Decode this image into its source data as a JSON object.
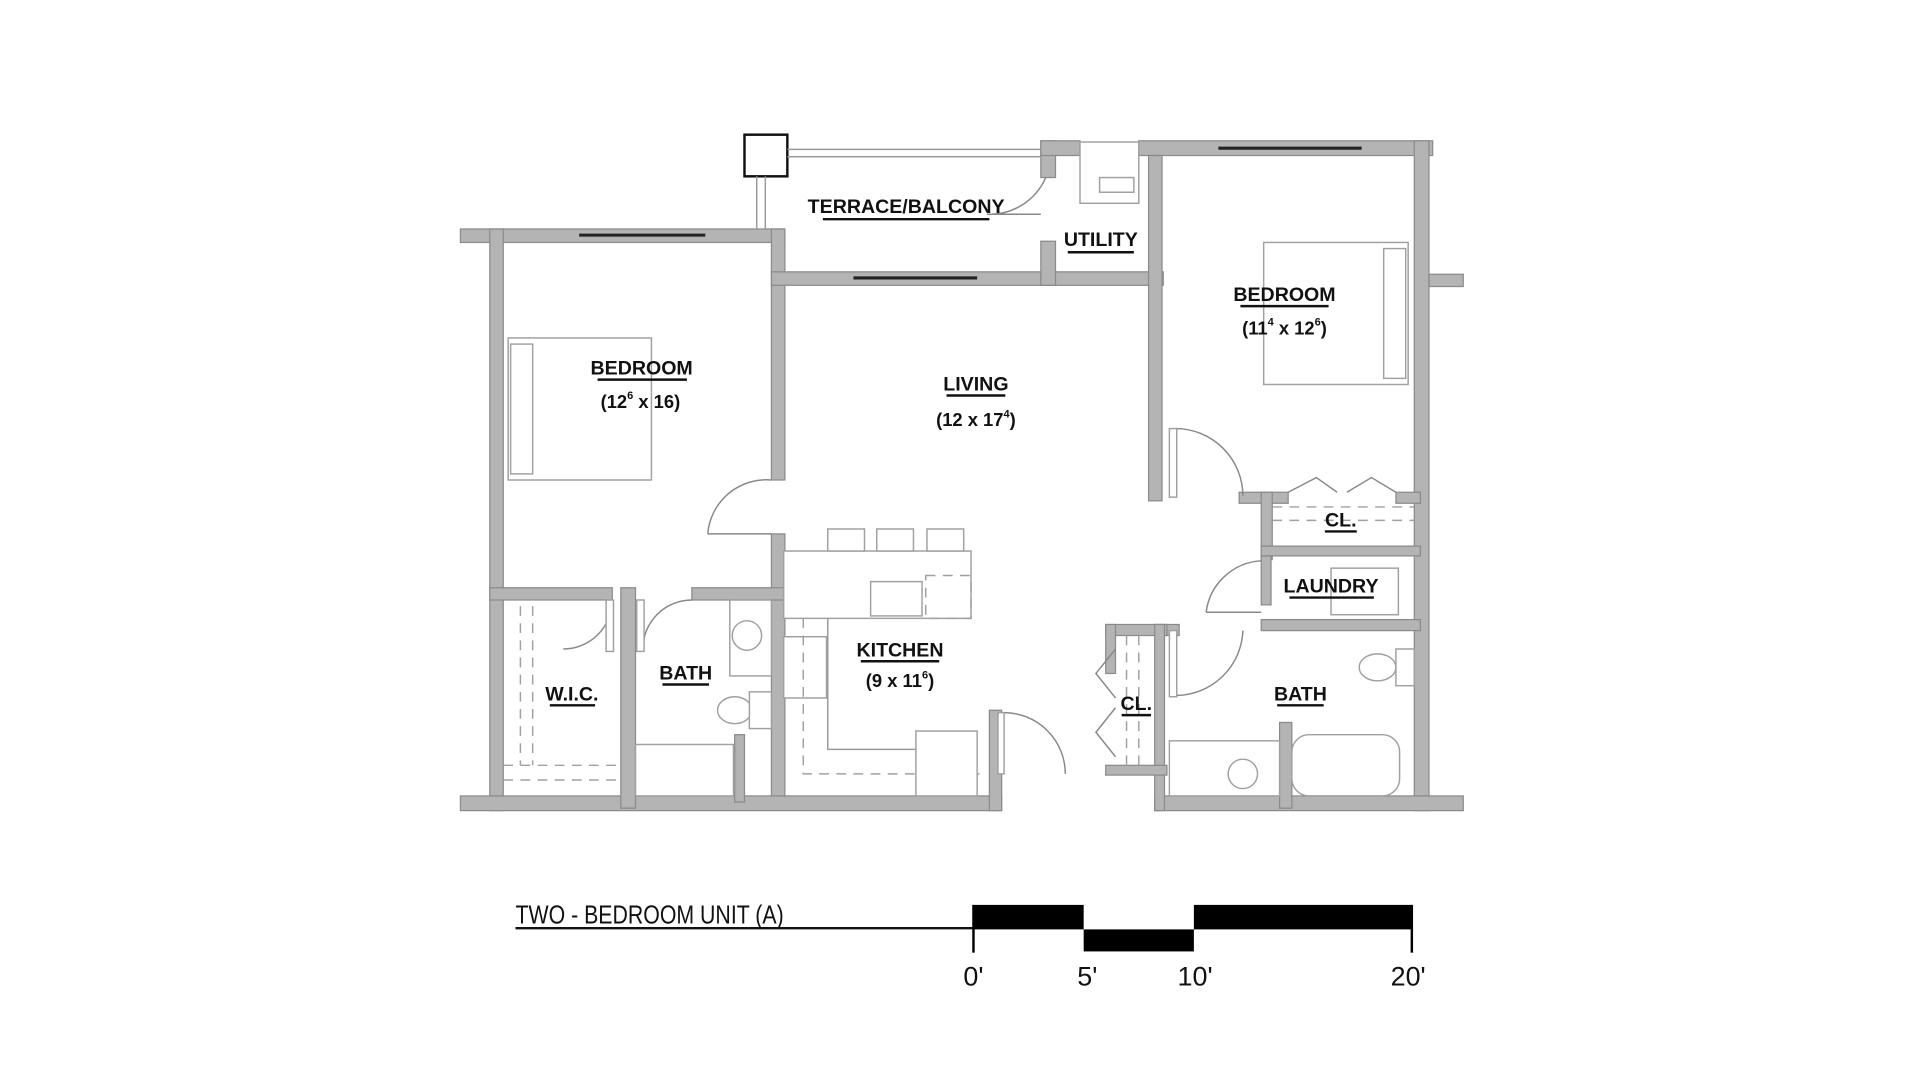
{
  "plan": {
    "title": "TWO - BEDROOM UNIT (A)",
    "rooms": [
      {
        "id": "bedroom-1",
        "name": "BEDROOM",
        "dims_main": "(12",
        "dims_sup1": "6",
        "dims_rest": " x 16)",
        "dims_sup2": ""
      },
      {
        "id": "terrace",
        "name": "TERRACE/BALCONY"
      },
      {
        "id": "utility",
        "name": "UTILITY"
      },
      {
        "id": "living",
        "name": "LIVING",
        "dims_main": "(12 x 17",
        "dims_sup1": "4",
        "dims_rest": ")"
      },
      {
        "id": "bedroom-2",
        "name": "BEDROOM",
        "dims_main": "(11",
        "dims_sup1": "4",
        "dims_mid": " x 12",
        "dims_sup2": "6",
        "dims_rest": ")"
      },
      {
        "id": "closet-1",
        "name": "CL."
      },
      {
        "id": "laundry",
        "name": "LAUNDRY"
      },
      {
        "id": "kitchen",
        "name": "KITCHEN",
        "dims_main": "(9 x 11",
        "dims_sup1": "6",
        "dims_rest": ")"
      },
      {
        "id": "closet-2",
        "name": "CL."
      },
      {
        "id": "bath-2",
        "name": "BATH"
      },
      {
        "id": "wic",
        "name": "W.I.C."
      },
      {
        "id": "bath-1",
        "name": "BATH"
      }
    ],
    "scale_bar": {
      "ticks": [
        "0'",
        "5'",
        "10'",
        "20'"
      ],
      "color": "#000000"
    },
    "colors": {
      "wall": "#b4b4b4",
      "background": "#ffffff",
      "text": "#111111"
    }
  }
}
